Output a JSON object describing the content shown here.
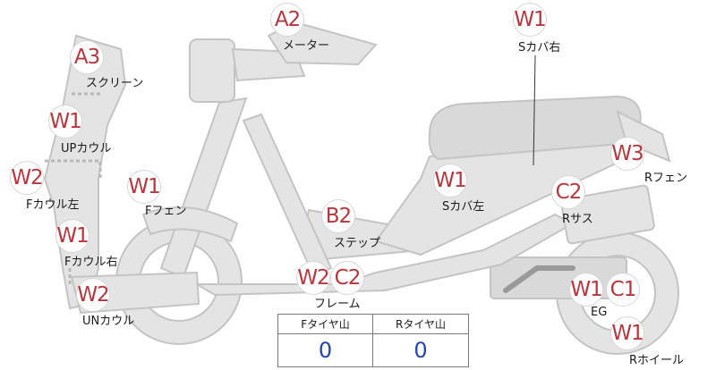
{
  "parts": [
    {
      "key": "meter",
      "code": "A2",
      "name": "メーター"
    },
    {
      "key": "screen",
      "code": "A3",
      "name": "スクリーン"
    },
    {
      "key": "up-cowl",
      "code": "W1",
      "name": "UPカウル"
    },
    {
      "key": "f-cowl-left",
      "code": "W2",
      "name": "Fカウル左"
    },
    {
      "key": "f-fender",
      "code": "W1",
      "name": "Fフェン"
    },
    {
      "key": "f-cowl-right",
      "code": "W1",
      "name": "Fカウル右"
    },
    {
      "key": "un-cowl",
      "code": "W2",
      "name": "UNカウル"
    },
    {
      "key": "step",
      "code": "B2",
      "name": "ステップ"
    },
    {
      "key": "frame",
      "codes": [
        "W2",
        "C2"
      ],
      "name": "フレーム"
    },
    {
      "key": "s-cover-left",
      "code": "W1",
      "name": "Sカバ左"
    },
    {
      "key": "s-cover-right",
      "code": "W1",
      "name": "Sカバ右"
    },
    {
      "key": "r-suspension",
      "code": "C2",
      "name": "Rサス"
    },
    {
      "key": "r-fender",
      "code": "W3",
      "name": "Rフェン"
    },
    {
      "key": "engine",
      "codes": [
        "W1",
        "C1"
      ],
      "name": "EG"
    },
    {
      "key": "r-wheel",
      "code": "W1",
      "name": "Rホイール"
    }
  ],
  "tread_table": {
    "front_label": "Fタイヤ山",
    "rear_label": "Rタイヤ山",
    "front_value": "0",
    "rear_value": "0"
  },
  "colors": {
    "code_text": "#b5373f",
    "value_text": "#2546a8",
    "part_fill": "#e4e4e4"
  }
}
